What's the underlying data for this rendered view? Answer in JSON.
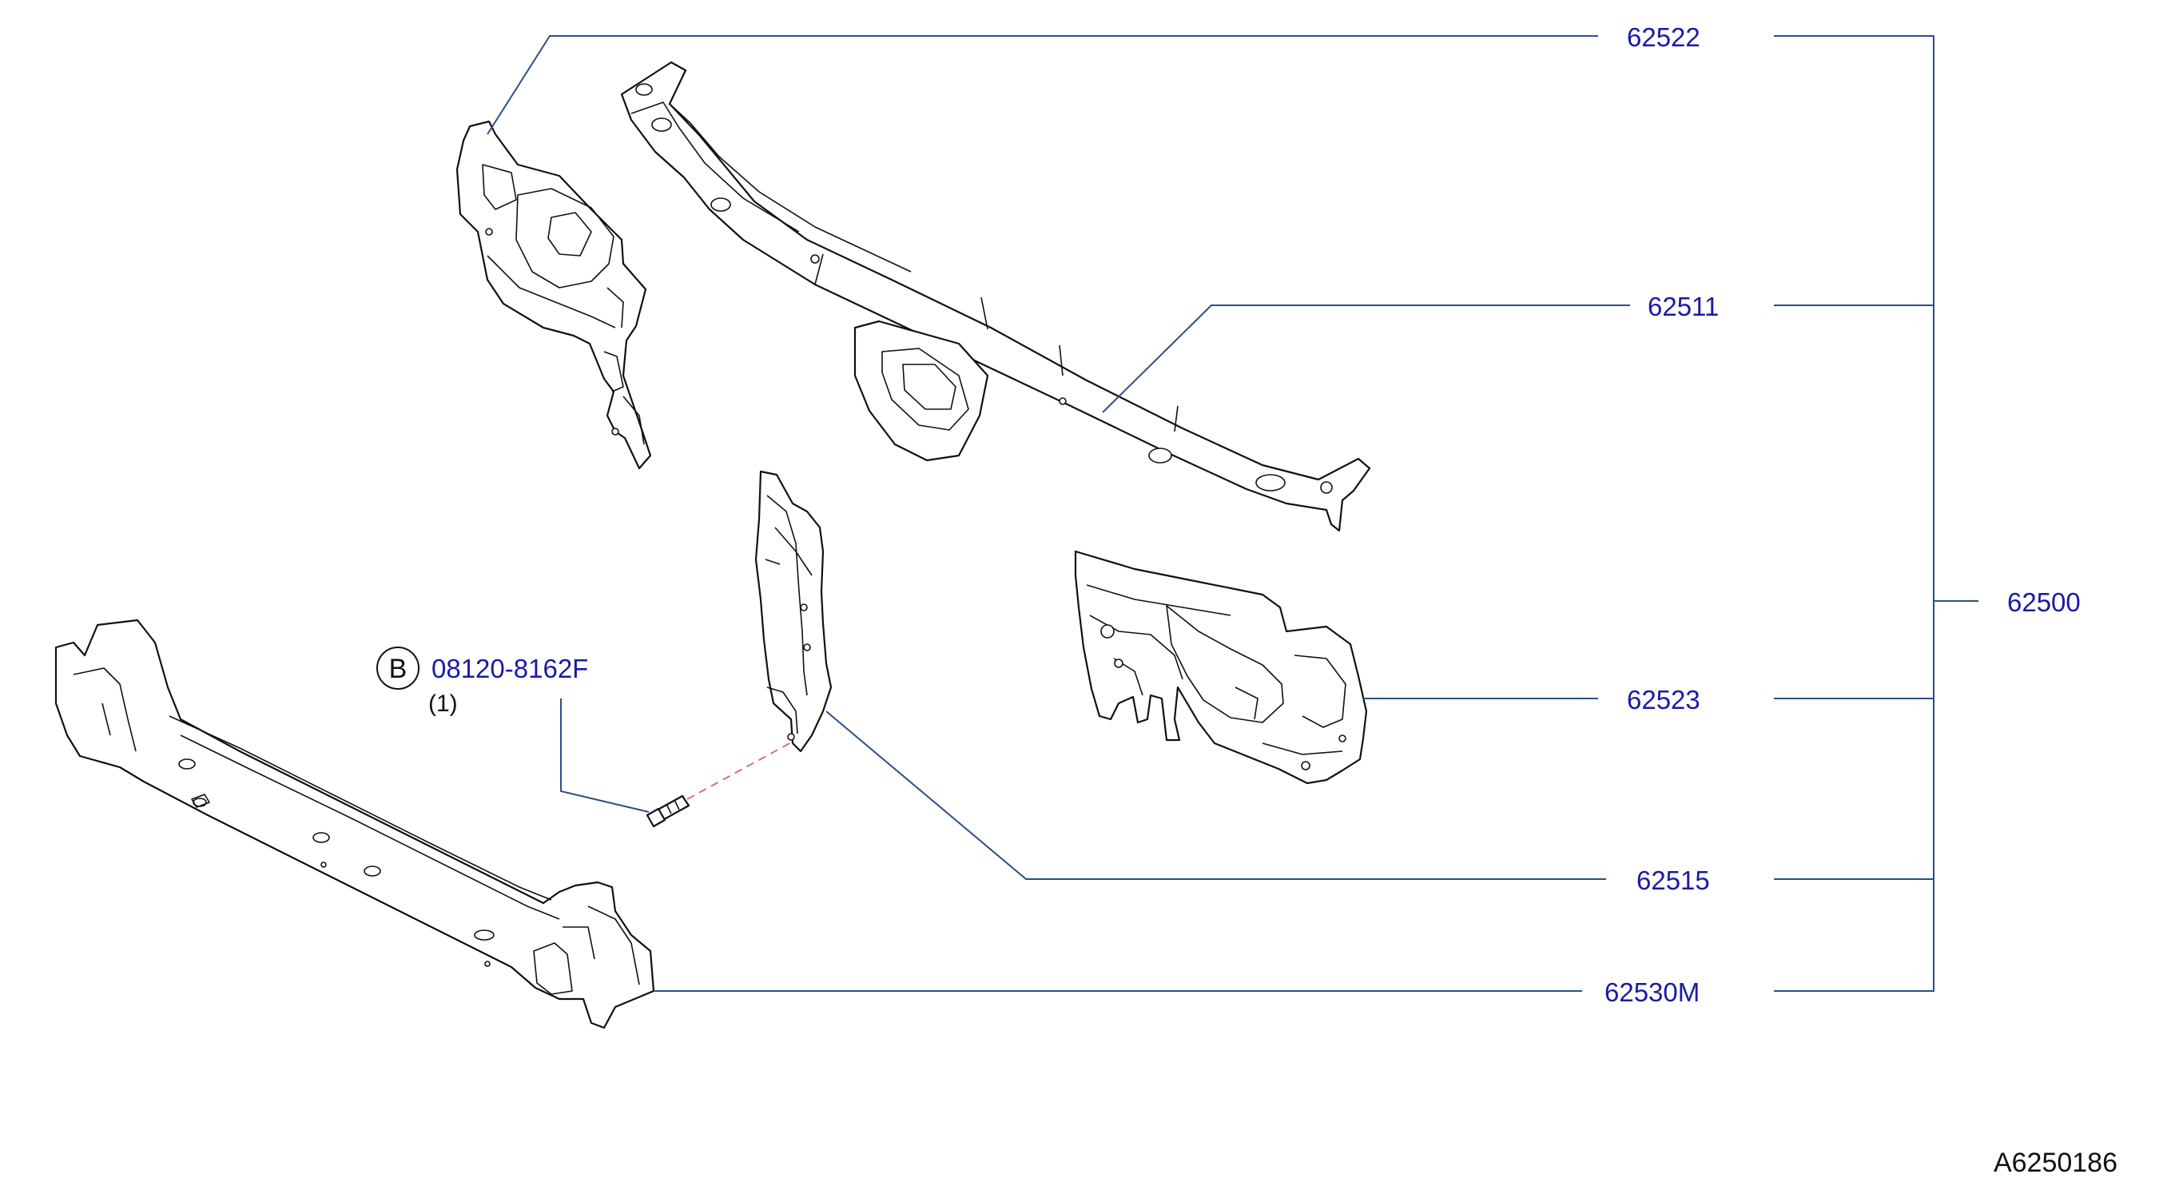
{
  "callouts": {
    "p62522": "62522",
    "p62511": "62511",
    "p62500": "62500",
    "p62523": "62523",
    "p62515": "62515",
    "p62530m": "62530M"
  },
  "bolt": {
    "badge": "B",
    "part_number": "08120-8162F",
    "quantity": "(1)"
  },
  "diagram_code": "A6250186",
  "colors": {
    "callout_text": "#1a1aa6",
    "leader_line": "#2a4f86",
    "dashed_axis": "#e06060"
  }
}
